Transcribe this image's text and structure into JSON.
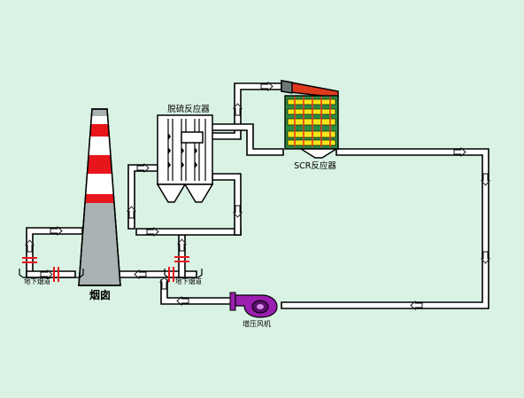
{
  "labels": {
    "desulfurization_reactor": "脱硫反应器",
    "scr_reactor": "SCR反应器",
    "chimney": "烟囱",
    "booster_fan": "增压风机",
    "underground_flue": "地下烟道"
  },
  "colors": {
    "background": "#d9f2e4",
    "pipe": "#000000",
    "pipe_fill": "#ffffff",
    "chimney_gray": "#a9b3b3",
    "chimney_red": "#e8161b",
    "fan": "#9b1fb0",
    "scr_body": "#2d8a43",
    "scr_yellow": "#f3e61a",
    "scr_red": "#e03a1e",
    "scr_cap": "#6f7a78",
    "valve": "#e8161b"
  },
  "icons": {
    "flow_arrow": "arrow-icon",
    "valve": "butterfly-valve-icon"
  }
}
